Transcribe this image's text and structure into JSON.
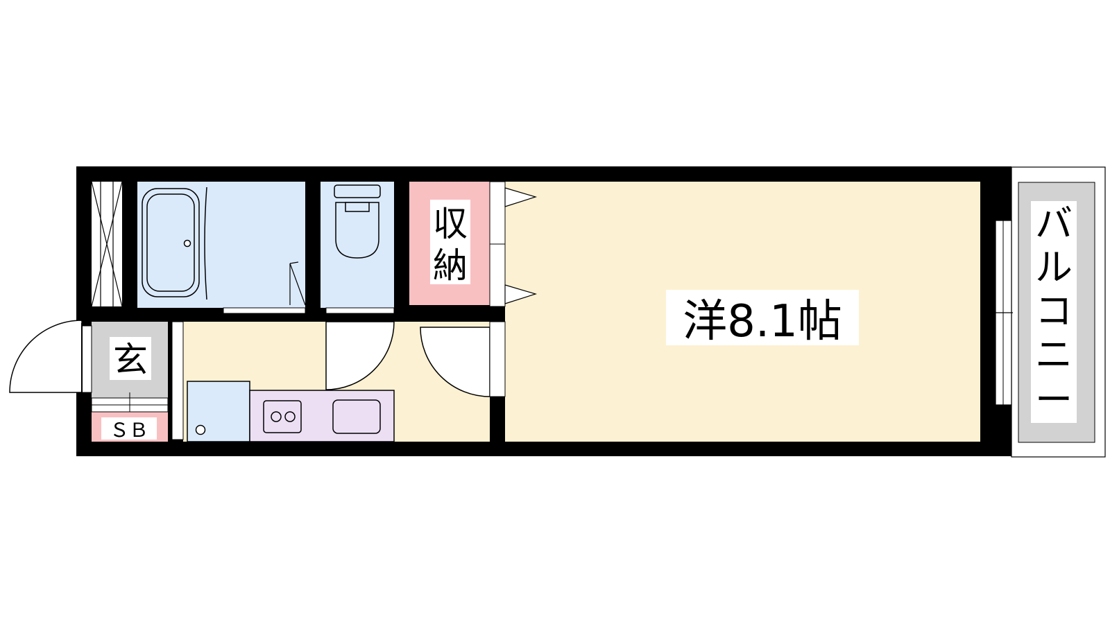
{
  "floorplan": {
    "rooms": {
      "western_room": {
        "label": "洋8.1帖",
        "color": "#fcf1d2"
      },
      "storage": {
        "label_top": "収",
        "label_bottom": "納",
        "color": "#f9c0c2"
      },
      "entrance": {
        "label": "玄",
        "color": "#d2d2d2"
      },
      "shoe_box": {
        "label": "ＳＢ",
        "color": "#f9c0c2"
      },
      "balcony": {
        "label_chars": [
          "バ",
          "ル",
          "コ",
          "ニ",
          "ー"
        ],
        "color": "#d2d2d2"
      },
      "bathroom": {
        "color": "#dbeafb"
      },
      "toilet": {
        "color": "#dbeafb"
      },
      "kitchen": {
        "color": "#fcf1d2",
        "counter_color": "#ecdff4"
      },
      "fridge": {
        "color": "#dbeafb"
      }
    },
    "wall_color": "#000000"
  }
}
